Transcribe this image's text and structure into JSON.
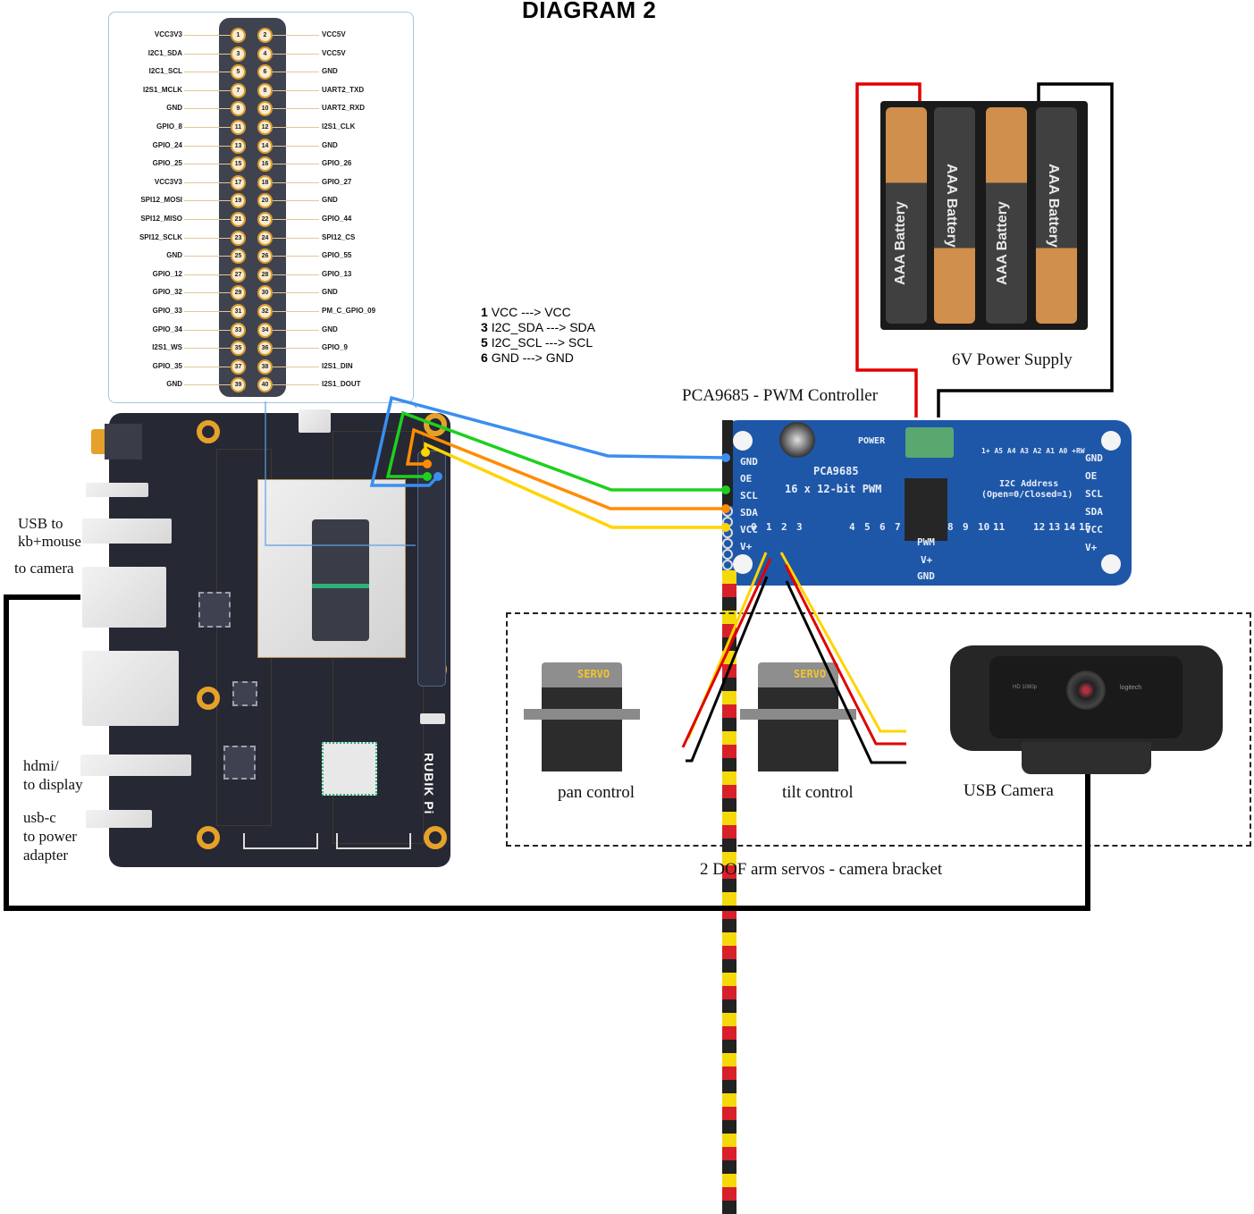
{
  "title": "DIAGRAM 2",
  "pinout": {
    "left": [
      {
        "pin": "1",
        "label": "VCC3V3"
      },
      {
        "pin": "3",
        "label": "I2C1_SDA"
      },
      {
        "pin": "5",
        "label": "I2C1_SCL"
      },
      {
        "pin": "7",
        "label": "I2S1_MCLK"
      },
      {
        "pin": "9",
        "label": "GND"
      },
      {
        "pin": "11",
        "label": "GPIO_8"
      },
      {
        "pin": "13",
        "label": "GPIO_24"
      },
      {
        "pin": "15",
        "label": "GPIO_25"
      },
      {
        "pin": "17",
        "label": "VCC3V3"
      },
      {
        "pin": "19",
        "label": "SPI12_MOSI"
      },
      {
        "pin": "21",
        "label": "SPI12_MISO"
      },
      {
        "pin": "23",
        "label": "SPI12_SCLK"
      },
      {
        "pin": "25",
        "label": "GND"
      },
      {
        "pin": "27",
        "label": "GPIO_12"
      },
      {
        "pin": "29",
        "label": "GPIO_32"
      },
      {
        "pin": "31",
        "label": "GPIO_33"
      },
      {
        "pin": "33",
        "label": "GPIO_34"
      },
      {
        "pin": "35",
        "label": "I2S1_WS"
      },
      {
        "pin": "37",
        "label": "GPIO_35"
      },
      {
        "pin": "39",
        "label": "GND"
      }
    ],
    "right": [
      {
        "pin": "2",
        "label": "VCC5V"
      },
      {
        "pin": "4",
        "label": "VCC5V"
      },
      {
        "pin": "6",
        "label": "GND"
      },
      {
        "pin": "8",
        "label": "UART2_TXD"
      },
      {
        "pin": "10",
        "label": "UART2_RXD"
      },
      {
        "pin": "12",
        "label": "I2S1_CLK"
      },
      {
        "pin": "14",
        "label": "GND"
      },
      {
        "pin": "16",
        "label": "GPIO_26"
      },
      {
        "pin": "18",
        "label": "GPIO_27"
      },
      {
        "pin": "20",
        "label": "GND"
      },
      {
        "pin": "22",
        "label": "GPIO_44"
      },
      {
        "pin": "24",
        "label": "SPI12_CS"
      },
      {
        "pin": "26",
        "label": "GPIO_55"
      },
      {
        "pin": "28",
        "label": "GPIO_13"
      },
      {
        "pin": "30",
        "label": "GND"
      },
      {
        "pin": "32",
        "label": "PM_C_GPIO_09"
      },
      {
        "pin": "34",
        "label": "GND"
      },
      {
        "pin": "36",
        "label": "GPIO_9"
      },
      {
        "pin": "38",
        "label": "I2S1_DIN"
      },
      {
        "pin": "40",
        "label": "I2S1_DOUT"
      }
    ]
  },
  "connections": [
    {
      "pin": "1",
      "text": "VCC ---> VCC"
    },
    {
      "pin": "3",
      "text": "I2C_SDA ---> SDA"
    },
    {
      "pin": "5",
      "text": "I2C_SCL ---> SCL"
    },
    {
      "pin": "6",
      "text": "GND ---> GND"
    }
  ],
  "wire_colors": {
    "vcc": "#ffd400",
    "sda": "#ff8c00",
    "scl": "#1ecf1e",
    "gnd": "#3a8ef0",
    "power_pos": "#e00000",
    "power_neg": "#000000"
  },
  "board": {
    "brand": "RUBIK Pi",
    "labels": {
      "usb_kb": "USB to\nkb+mouse",
      "usb_camera": "to camera",
      "hdmi": "hdmi/\nto display",
      "usbc": "usb-c\nto power\nadapter"
    }
  },
  "pca": {
    "title": "PCA9685 - PWM Controller",
    "chip_name": "PCA9685",
    "subtitle": "16 x 12-bit PWM",
    "power_label": "POWER",
    "terminal_plus": "V+",
    "terminal_minus": "GND",
    "left_pins": [
      "GND",
      "OE",
      "SCL",
      "SDA",
      "VCC",
      "V+"
    ],
    "right_pins": [
      "GND",
      "OE",
      "SCL",
      "SDA",
      "VCC",
      "V+"
    ],
    "address_pads": "1+ A5 A4 A3 A2 A1 A0 +RW",
    "address_title": "I2C Address",
    "address_note": "(Open=0/Closed=1)",
    "channel_groups": [
      [
        "0",
        "1",
        "2",
        "3"
      ],
      [
        "4",
        "5",
        "6",
        "7"
      ],
      [
        "8",
        "9",
        "10",
        "11"
      ],
      [
        "12",
        "13",
        "14",
        "15"
      ]
    ],
    "row_labels": [
      "PWM",
      "V+",
      "GND"
    ]
  },
  "battery": {
    "cell_label": "AAA Battery",
    "cells": 4,
    "caption": "6V Power Supply"
  },
  "servos": [
    {
      "name": "pan control",
      "label": "SERVO",
      "channel": "0"
    },
    {
      "name": "tilt control",
      "label": "SERVO",
      "channel": "1"
    }
  ],
  "camera": {
    "caption": "USB Camera",
    "brand": "logitech",
    "badge": "HD 1080p"
  },
  "bracket_caption": "2 DOF arm servos - camera bracket"
}
